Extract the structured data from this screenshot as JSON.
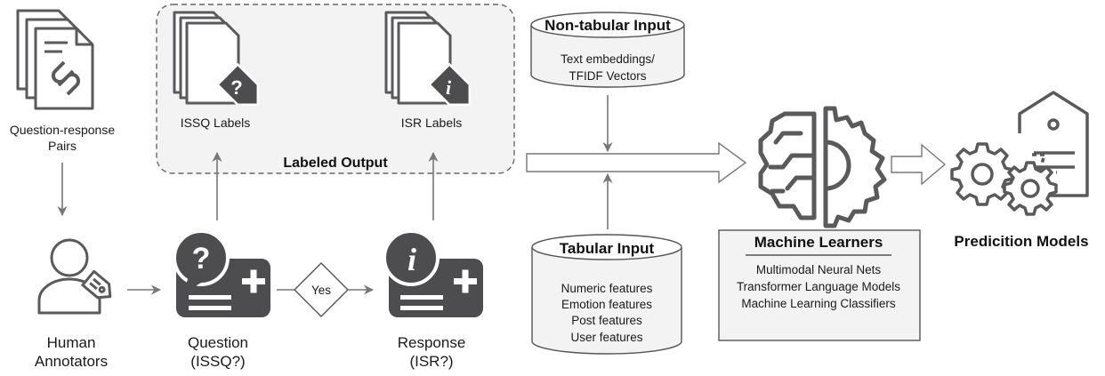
{
  "source": {
    "label_line1": "Question-response",
    "label_line2": "Pairs"
  },
  "annotators": {
    "label_line1": "Human",
    "label_line2": "Annotators"
  },
  "question": {
    "label_line1": "Question",
    "label_line2": "(ISSQ?)"
  },
  "decision": {
    "label": "Yes"
  },
  "response": {
    "label_line1": "Response",
    "label_line2": "(ISR?)"
  },
  "labeled_output": {
    "title": "Labeled Output",
    "issq_label": "ISSQ Labels",
    "isr_label": "ISR Labels"
  },
  "non_tabular": {
    "title": "Non-tabular Input",
    "line1": "Text embeddings/",
    "line2": "TFIDF Vectors"
  },
  "tabular": {
    "title": "Tabular Input",
    "items": [
      "Numeric features",
      "Emotion features",
      "Post features",
      "User features"
    ]
  },
  "learners": {
    "title": "Machine Learners",
    "items": [
      "Multimodal Neural Nets",
      "Transformer Language Models",
      "Machine Learning Classifiers"
    ]
  },
  "prediction": {
    "title": "Predicition Models"
  },
  "colors": {
    "icon_dark": "#4d4d4f",
    "icon_mid": "#5a5a5c",
    "arrow": "#777777",
    "panel_fill": "#f3f3f3",
    "border": "#555555"
  }
}
